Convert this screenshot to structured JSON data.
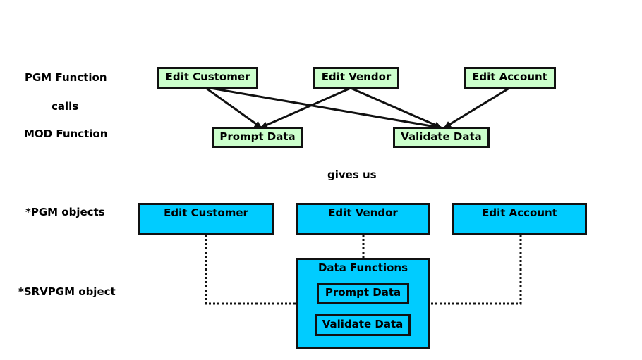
{
  "labels": {
    "pgm_function": "PGM Function",
    "calls": "calls",
    "mod_function": "MOD Function",
    "gives_us": "gives us",
    "pgm_objects": "*PGM objects",
    "srvpgm_object": "*SRVPGM object"
  },
  "pgm_functions": {
    "edit_customer": "Edit Customer",
    "edit_vendor": "Edit Vendor",
    "edit_account": "Edit Account"
  },
  "mod_functions": {
    "prompt_data": "Prompt Data",
    "validate_data": "Validate Data"
  },
  "pgm_objects": {
    "edit_customer": "Edit Customer",
    "edit_vendor": "Edit Vendor",
    "edit_account": "Edit Account"
  },
  "srvpgm": {
    "title": "Data Functions",
    "prompt_data": "Prompt Data",
    "validate_data": "Validate Data"
  },
  "colors": {
    "function_box": "#ccffcc",
    "object_box": "#00ccff",
    "border": "#111111"
  }
}
